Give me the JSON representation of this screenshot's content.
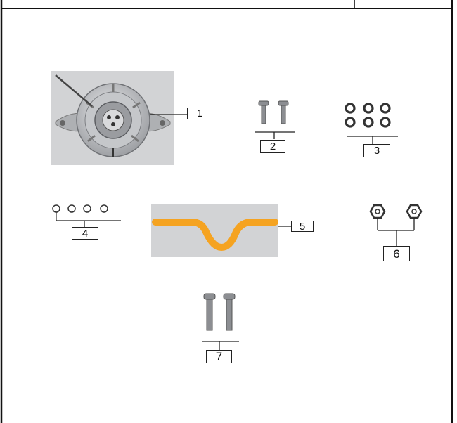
{
  "parts": [
    {
      "id": "1",
      "name": "hub-assembly"
    },
    {
      "id": "2",
      "name": "short-screws"
    },
    {
      "id": "3",
      "name": "washers"
    },
    {
      "id": "4",
      "name": "small-rings"
    },
    {
      "id": "5",
      "name": "bracket"
    },
    {
      "id": "6",
      "name": "nuts"
    },
    {
      "id": "7",
      "name": "long-screws"
    }
  ],
  "colors": {
    "bracket": "#f5a321",
    "photo_bg": "#d2d3d5",
    "line": "#222222"
  }
}
